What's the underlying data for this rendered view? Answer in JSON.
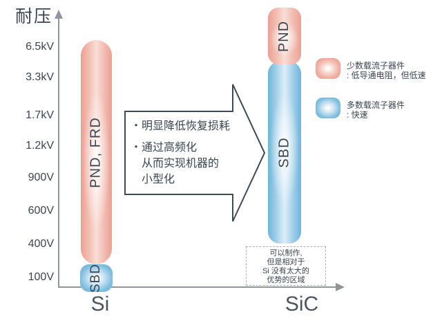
{
  "axis": {
    "y_label": "耐压",
    "y_ticks": [
      "6.5kV",
      "3.3kV",
      "1.7kV",
      "1.2kV",
      "900V",
      "600V",
      "400V",
      "100V"
    ],
    "x_labels": {
      "si": "Si",
      "sic": "SiC"
    }
  },
  "bars": {
    "si_main_label": "PND, FRD",
    "si_sbd_label": "SBD",
    "sic_pnd_label": "PND",
    "sic_sbd_label": "SBD"
  },
  "callout": {
    "item1": "・明显降低恢复损耗",
    "item2_line1": "・通过高频化",
    "item2_line2": "从而实现机器的",
    "item2_line3": "小型化"
  },
  "legend": {
    "minority_line1": "少数载流子器件",
    "minority_line2": ": 低导通电阻，但低速",
    "majority_line1": "多数载流子器件",
    "majority_line2": ": 快速"
  },
  "note_box": {
    "line1": "可以制作,",
    "line2": "但是相对于",
    "line3": "Si 没有太大的",
    "line4": "优势的区域"
  },
  "colors": {
    "text_dark": "#3a4550",
    "axis_gray": "#8f959a",
    "label_gray": "#4b555e",
    "minority_pink": "#eea295",
    "majority_blue": "#74b8dc"
  }
}
